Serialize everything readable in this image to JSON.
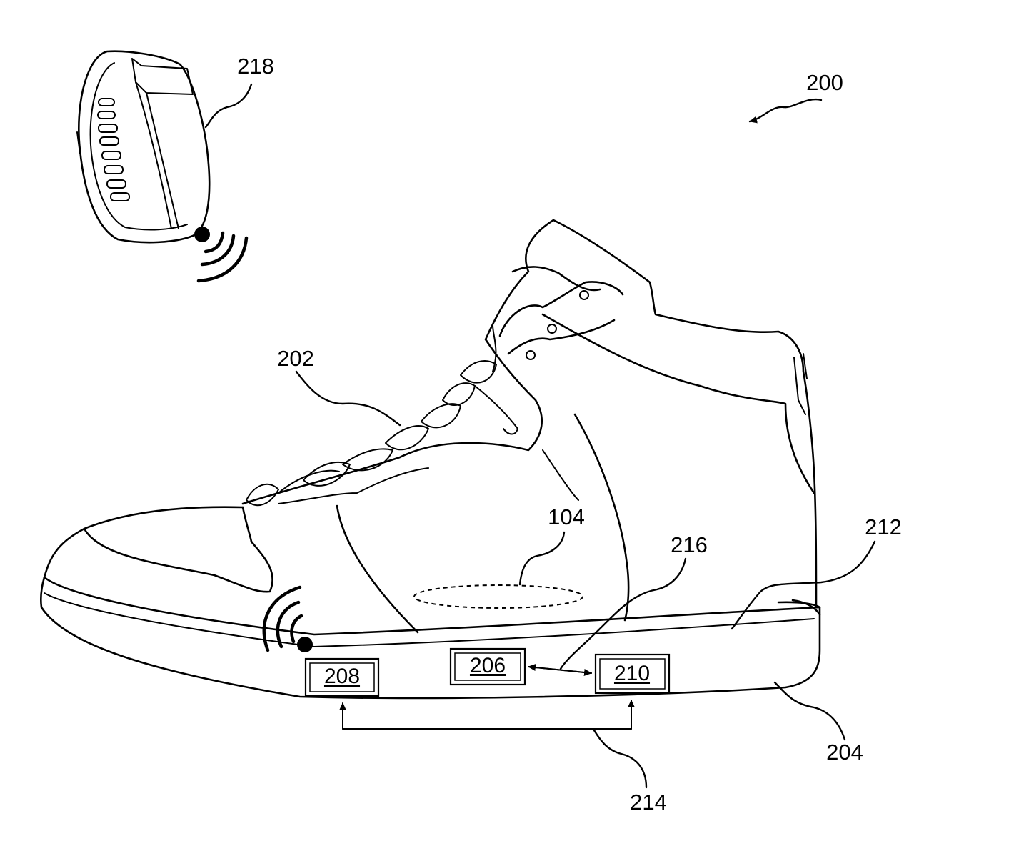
{
  "figure": {
    "reference_labels": {
      "system": "200",
      "wearable_band": "218",
      "lacing": "202",
      "insole_region": "104",
      "sole": "204",
      "sole_interface": "212",
      "link_216": "216",
      "link_214": "214"
    },
    "component_boxes": {
      "left_box": "208",
      "center_box": "206",
      "right_box": "210"
    },
    "icons": [
      "wireless-signal-icon",
      "wireless-signal-icon"
    ]
  }
}
